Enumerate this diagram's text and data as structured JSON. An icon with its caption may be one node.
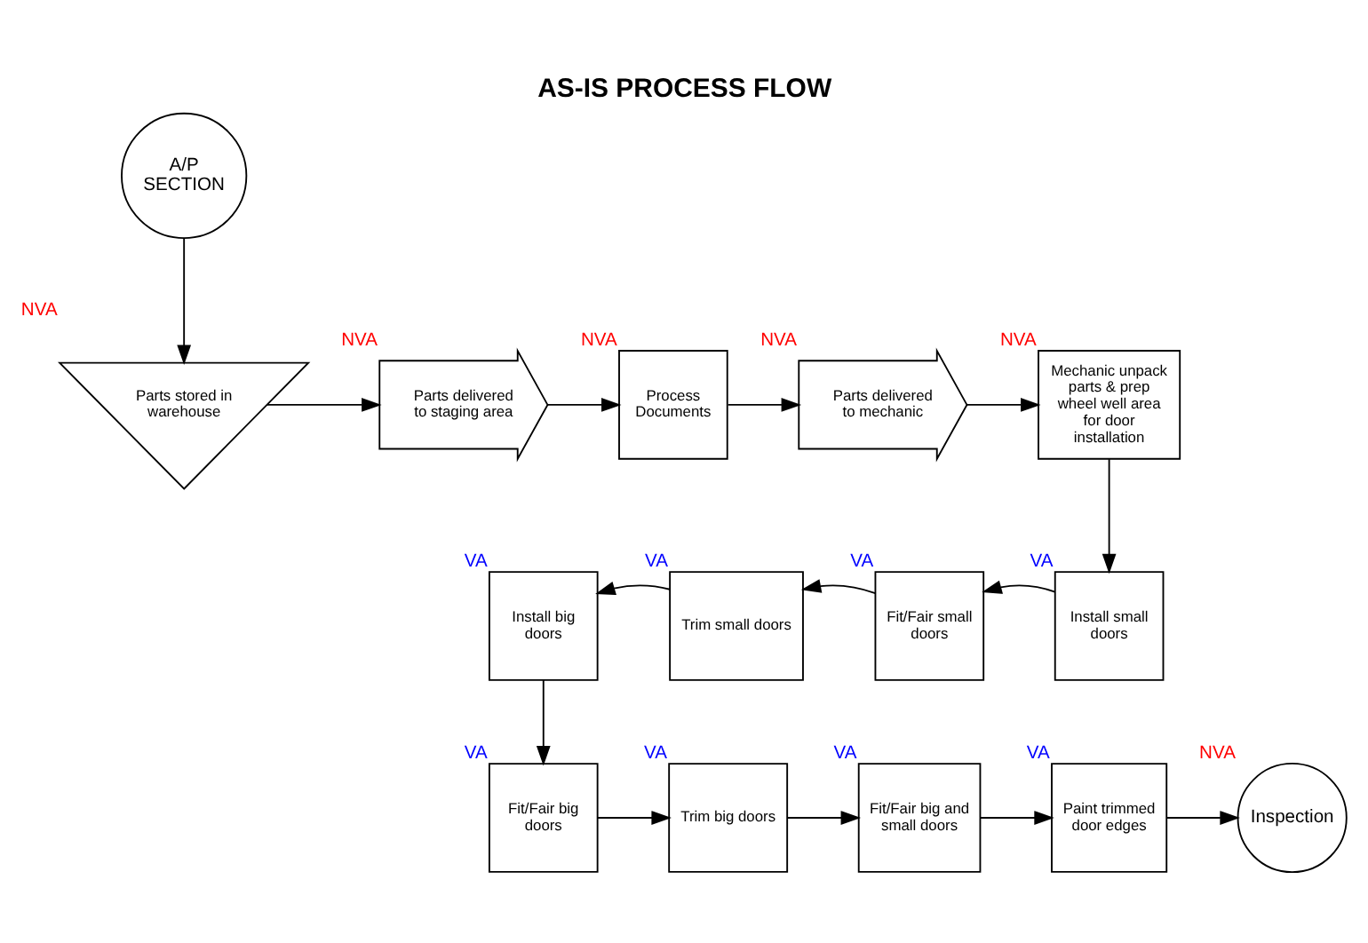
{
  "diagram": {
    "title": "AS-IS PROCESS FLOW",
    "nodes": [
      {
        "text": [
          "A/P SECTION"
        ]
      },
      {
        "text": [
          "Parts stored in warehouse"
        ],
        "beside": [
          "NVA"
        ]
      },
      {
        "text": [
          "Parts delivered to staging area"
        ],
        "beside": [
          "NVA"
        ]
      },
      {
        "text": [
          "Process Documents"
        ],
        "beside": [
          "NVA"
        ]
      },
      {
        "text": [
          "Parts delivered to mechanic"
        ],
        "beside": [
          "NVA"
        ]
      },
      {
        "text": [
          "Mechanic unpack parts & prep wheel well area for door installation"
        ],
        "beside": [
          "NVA"
        ]
      },
      {
        "text": [
          "Install small doors"
        ],
        "beside": [
          "VA"
        ]
      },
      {
        "text": [
          "Fit/Fair small doors"
        ],
        "beside": [
          "VA"
        ]
      },
      {
        "text": [
          "Trim small doors"
        ],
        "beside": [
          "VA"
        ]
      },
      {
        "text": [
          "Install big doors"
        ],
        "beside": [
          "VA"
        ]
      },
      {
        "text": [
          "Fit/Fair big doors"
        ],
        "beside": [
          "VA"
        ]
      },
      {
        "text": [
          "Trim big doors"
        ],
        "beside": [
          "VA"
        ]
      },
      {
        "text": [
          "Fit/Fair big and small doors"
        ],
        "beside": [
          "VA"
        ]
      },
      {
        "text": [
          "Paint trimmed door edges"
        ],
        "beside": [
          "VA"
        ]
      },
      {
        "text": [
          "Inspection"
        ],
        "beside": [
          "NVA"
        ]
      }
    ],
    "edges": [
      {
        "from": 0,
        "to": 1,
        "arrow": "to"
      },
      {
        "from": 1,
        "to": 2,
        "arrow": "to"
      },
      {
        "from": 2,
        "to": 3,
        "arrow": "to"
      },
      {
        "from": 3,
        "to": 4,
        "arrow": "to"
      },
      {
        "from": 4,
        "to": 5,
        "arrow": "to"
      },
      {
        "from": 5,
        "to": 6,
        "arrow": "to"
      },
      {
        "from": 6,
        "to": 7,
        "arrow": "to"
      },
      {
        "from": 7,
        "to": 8,
        "arrow": "to"
      },
      {
        "from": 8,
        "to": 9,
        "arrow": "to"
      },
      {
        "from": 9,
        "to": 10,
        "arrow": "to"
      },
      {
        "from": 10,
        "to": 11,
        "arrow": "to"
      },
      {
        "from": 11,
        "to": 12,
        "arrow": "to"
      },
      {
        "from": 12,
        "to": 13,
        "arrow": "to"
      },
      {
        "from": 13,
        "to": 14,
        "arrow": "to"
      }
    ]
  }
}
